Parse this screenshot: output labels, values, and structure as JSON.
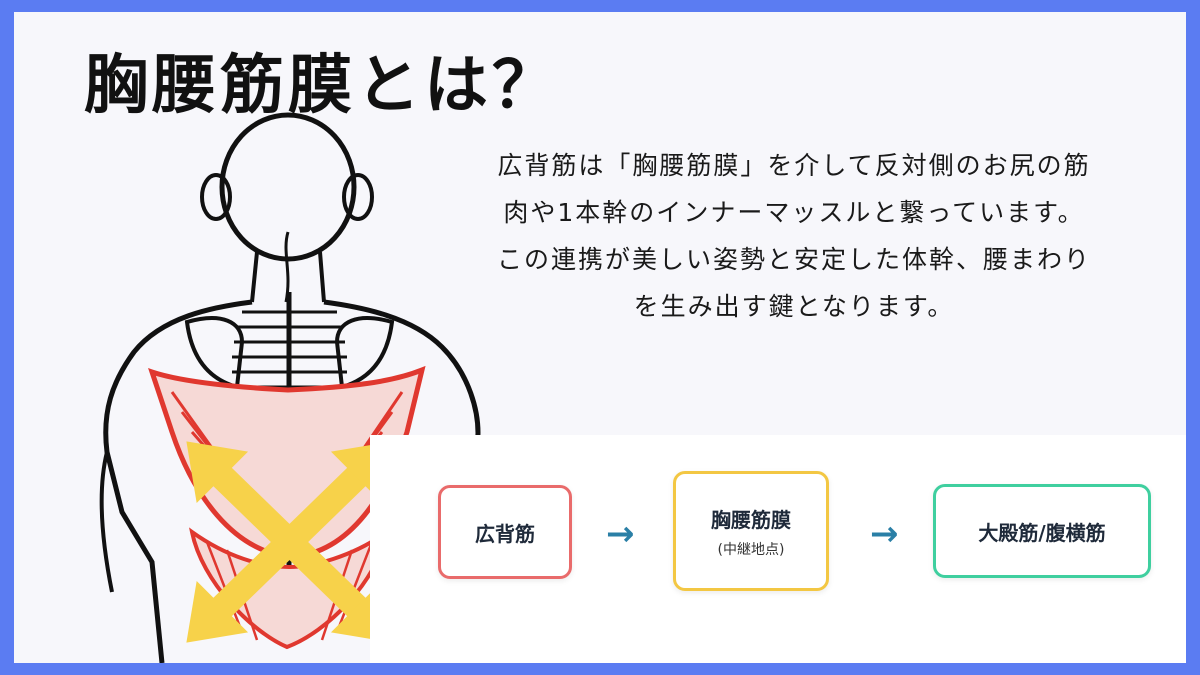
{
  "title": "胸腰筋膜とは？",
  "description_lines": [
    "広背筋は「胸腰筋膜」を介して反対側のお尻の筋",
    "肉や1本幹のインナーマッスルと繋っています。",
    "この連携が美しい姿勢と安定した体幹、腰まわり",
    "を生み出す鍵となります。"
  ],
  "flow": {
    "step1": {
      "label": "広背筋",
      "color": "#e96b6b"
    },
    "step2": {
      "label": "胸腰筋膜",
      "sub": "(中継地点)",
      "color": "#f3c743"
    },
    "step3": {
      "label": "大殿筋/腹横筋",
      "color": "#3fcf9f"
    },
    "arrow": "→"
  },
  "colors": {
    "border": "#5b7cf2",
    "muscle": "#e0382f",
    "arrow_fill": "#f7d24a"
  }
}
